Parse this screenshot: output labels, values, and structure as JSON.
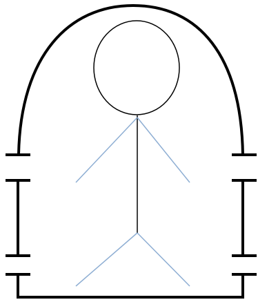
{
  "diagram": {
    "colors": {
      "background": "#ffffff",
      "enclosure": "#000000",
      "head": "#000000",
      "spine": "#000000",
      "limbs": "#8eaed3"
    },
    "shapes": [
      "arched-enclosure-outline",
      "enclosure-terminal-ticks",
      "stick-figure-head",
      "stick-figure-spine",
      "stick-figure-arms",
      "stick-figure-legs"
    ]
  }
}
